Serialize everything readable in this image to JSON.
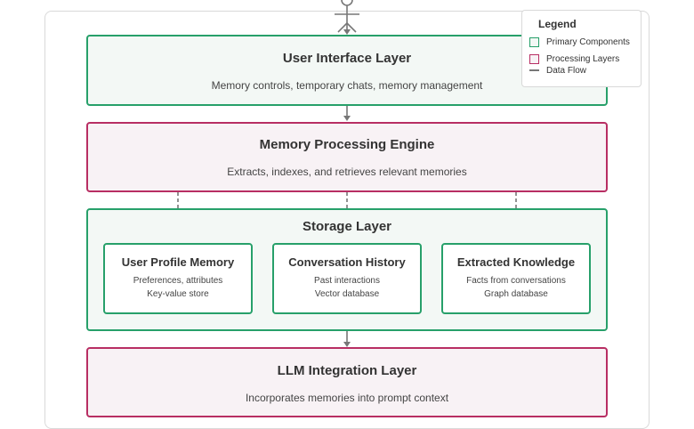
{
  "legend": {
    "title": "Legend",
    "items": [
      {
        "label": "Primary Components",
        "kind": "box",
        "color": "#27a06a"
      },
      {
        "label": "Processing Layers",
        "kind": "box",
        "color": "#b82e63"
      },
      {
        "label": "Data Flow",
        "kind": "line",
        "color": "#777777"
      }
    ]
  },
  "layers": {
    "ui": {
      "title": "User Interface Layer",
      "subtitle": "Memory controls, temporary chats, memory management"
    },
    "engine": {
      "title": "Memory Processing Engine",
      "subtitle": "Extracts, indexes, and retrieves relevant memories"
    },
    "storage": {
      "title": "Storage Layer",
      "cards": [
        {
          "title": "User Profile Memory",
          "lines": [
            "Preferences, attributes",
            "Key-value store"
          ]
        },
        {
          "title": "Conversation History",
          "lines": [
            "Past interactions",
            "Vector database"
          ]
        },
        {
          "title": "Extracted Knowledge",
          "lines": [
            "Facts from conversations",
            "Graph database"
          ]
        }
      ]
    },
    "llm": {
      "title": "LLM Integration Layer",
      "subtitle": "Incorporates memories into prompt context"
    }
  },
  "colors": {
    "primary": "#27a06a",
    "processing": "#b82e63",
    "flow": "#777777"
  }
}
